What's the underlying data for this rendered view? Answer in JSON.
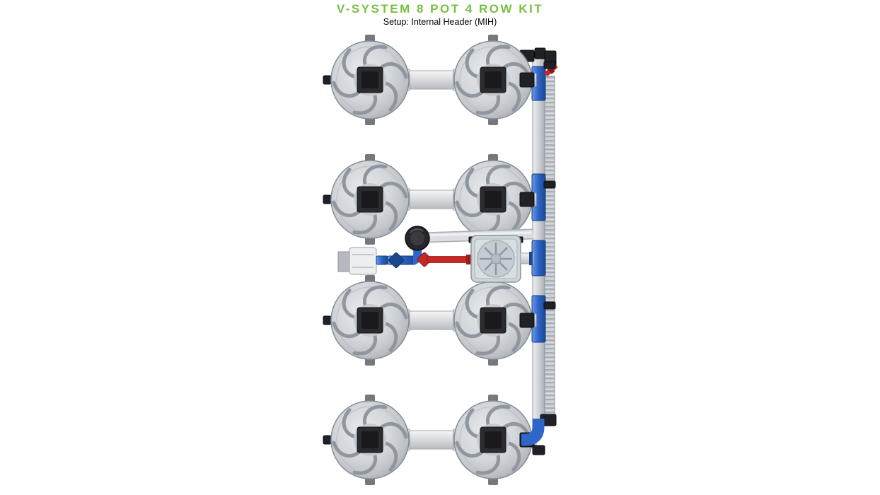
{
  "header": {
    "title": "V-SYSTEM 8 POT 4 ROW KIT",
    "subtitle": "Setup: Internal Header (MIH)"
  },
  "diagram": {
    "pot_count": 8,
    "row_count": 4,
    "pots_per_row": 2,
    "components": [
      "pot",
      "pot-lid",
      "inter-pot-pipe",
      "manifold-header",
      "return-line",
      "manifold-tee",
      "check-valve",
      "pump",
      "inline-valve",
      "feed-line",
      "controller-reservoir"
    ],
    "colors": {
      "title_green": "#76c043",
      "manifold_blue": "#2e66c9",
      "blue_dark": "#1b478f",
      "valve_red": "#c62828",
      "fitting_black": "#202126",
      "pot_body": "#cdd0d4",
      "lid_black": "#232327",
      "pipe_gray": "#dcdee1",
      "reservoir_gray": "#cfd8db",
      "corrugated_gray": "#c0c4c9"
    }
  }
}
